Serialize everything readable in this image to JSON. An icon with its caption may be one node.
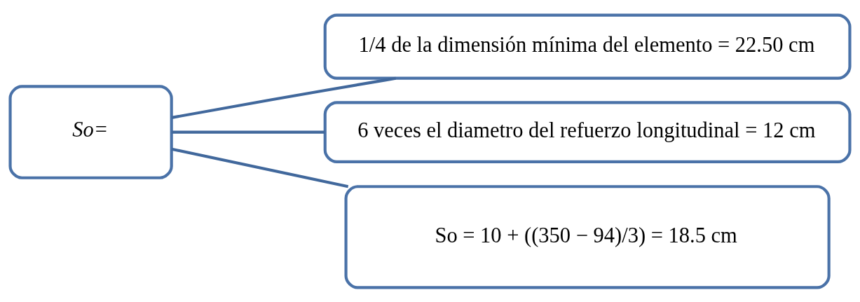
{
  "diagram": {
    "nodes": [
      {
        "text": [
          "So="
        ]
      },
      {
        "text": [
          "1/4 de la dimensión mínima del elemento = 22.50 cm"
        ]
      },
      {
        "text": [
          "6 veces el diametro del refuerzo longitudinal = 12 cm"
        ]
      },
      {
        "text": [
          "So = 10 + ((350 − 94)/3) = 18.5 cm"
        ]
      }
    ],
    "edges": [
      {
        "from": 0,
        "to": 1,
        "arrow": "none"
      },
      {
        "from": 0,
        "to": 2,
        "arrow": "none"
      },
      {
        "from": 0,
        "to": 3,
        "arrow": "none"
      }
    ]
  }
}
